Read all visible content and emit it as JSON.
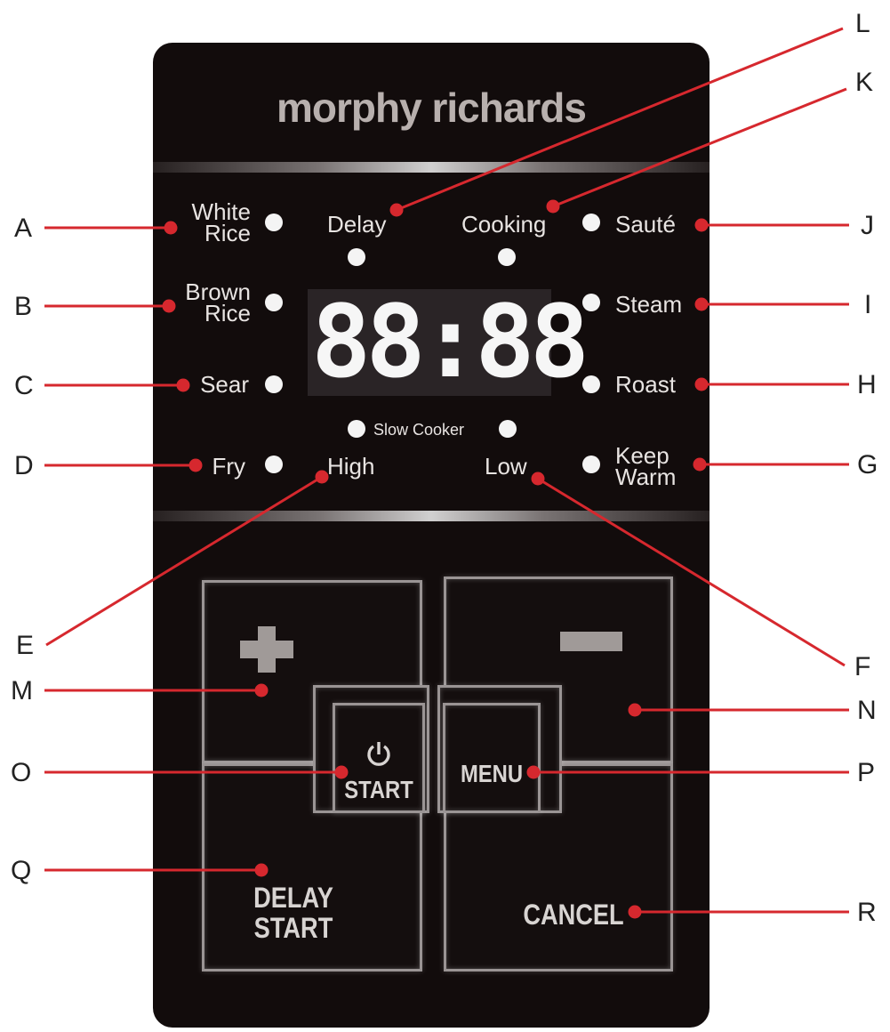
{
  "brand": "morphy richards",
  "display": "88:88",
  "panel_labels": {
    "white_rice": [
      "White",
      "Rice"
    ],
    "brown_rice": [
      "Brown",
      "Rice"
    ],
    "sear": "Sear",
    "fry": "Fry",
    "delay": "Delay",
    "cooking": "Cooking",
    "saute": "Sauté",
    "steam": "Steam",
    "roast": "Roast",
    "keep_warm": [
      "Keep",
      "Warm"
    ],
    "slow_cooker": "Slow Cooker",
    "high": "High",
    "low": "Low"
  },
  "buttons": {
    "plus": "+",
    "minus": "−",
    "start": "START",
    "menu": "MENU",
    "delay_start": [
      "DELAY",
      "START"
    ],
    "cancel": "CANCEL"
  },
  "callout_letters": {
    "A": "A",
    "B": "B",
    "C": "C",
    "D": "D",
    "E": "E",
    "F": "F",
    "G": "G",
    "H": "H",
    "I": "I",
    "J": "J",
    "K": "K",
    "L": "L",
    "M": "M",
    "N": "N",
    "O": "O",
    "P": "P",
    "Q": "Q",
    "R": "R"
  },
  "colors": {
    "leader": "#d6282e",
    "panel": "#120c0c",
    "led": "#f4f4f4"
  }
}
